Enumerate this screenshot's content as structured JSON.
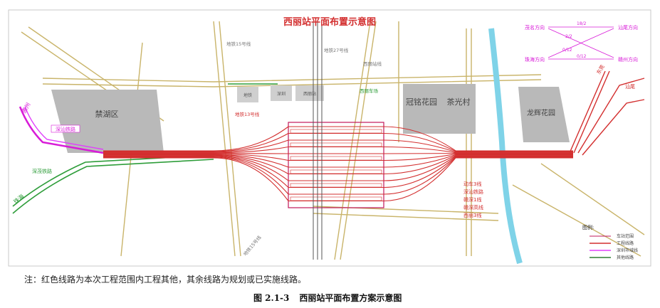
{
  "diagram": {
    "title": "西丽站平面布置示意图",
    "areas": {
      "left_district": "禁湖区",
      "guanming": "冠铭花园",
      "chaguang": "茶光村",
      "longhui": "龙辉花园"
    },
    "line_labels": {
      "shenzhen_line": "深汕铁路",
      "huizhou": "惠州",
      "shenmao": "深茂铁路",
      "zhuhai": "珠海",
      "dongguan": "东莞",
      "shantou": "汕尾",
      "metro15": "地铁15号线",
      "metro27": "地铁27号线",
      "metro_right": "西丽站线",
      "metro13": "地铁13号线",
      "depot": "西丽车场",
      "metro_south": "地铁15号线"
    },
    "small_boxes": [
      "地铁",
      "深圳",
      "西丽站"
    ],
    "route_legend": {
      "left": [
        "茂名方向",
        "珠海方向"
      ],
      "right": [
        "汕尾方向",
        "赣州方向"
      ],
      "fractions": [
        "18/2",
        "2/2",
        "0/12",
        "0/12"
      ]
    },
    "line_list": [
      "动车3线",
      "深汕铁路",
      "赣深1线",
      "赣深高线",
      "西丽3线"
    ],
    "legend": {
      "title": "图例:",
      "items": [
        {
          "label": "车站范围",
          "color": "#c2185b"
        },
        {
          "label": "工程线路",
          "color": "#d32f2f"
        },
        {
          "label": "深圳市域线",
          "color": "#e040fb"
        },
        {
          "label": "其他线路",
          "color": "#2e7d32"
        }
      ]
    }
  },
  "note": "注：红色线路为本次工程范围内工程其他，其余线路为规划或已实施线路。",
  "caption": {
    "number": "图 2.1-3",
    "title": "西丽站平面布置方案示意图"
  },
  "colors": {
    "rail": "#d32f2f",
    "magenta": "#d81bd8",
    "green": "#2e9d3a",
    "road": "#c9b46a",
    "block": "#b9b9b9",
    "river": "#7fd3e8"
  }
}
